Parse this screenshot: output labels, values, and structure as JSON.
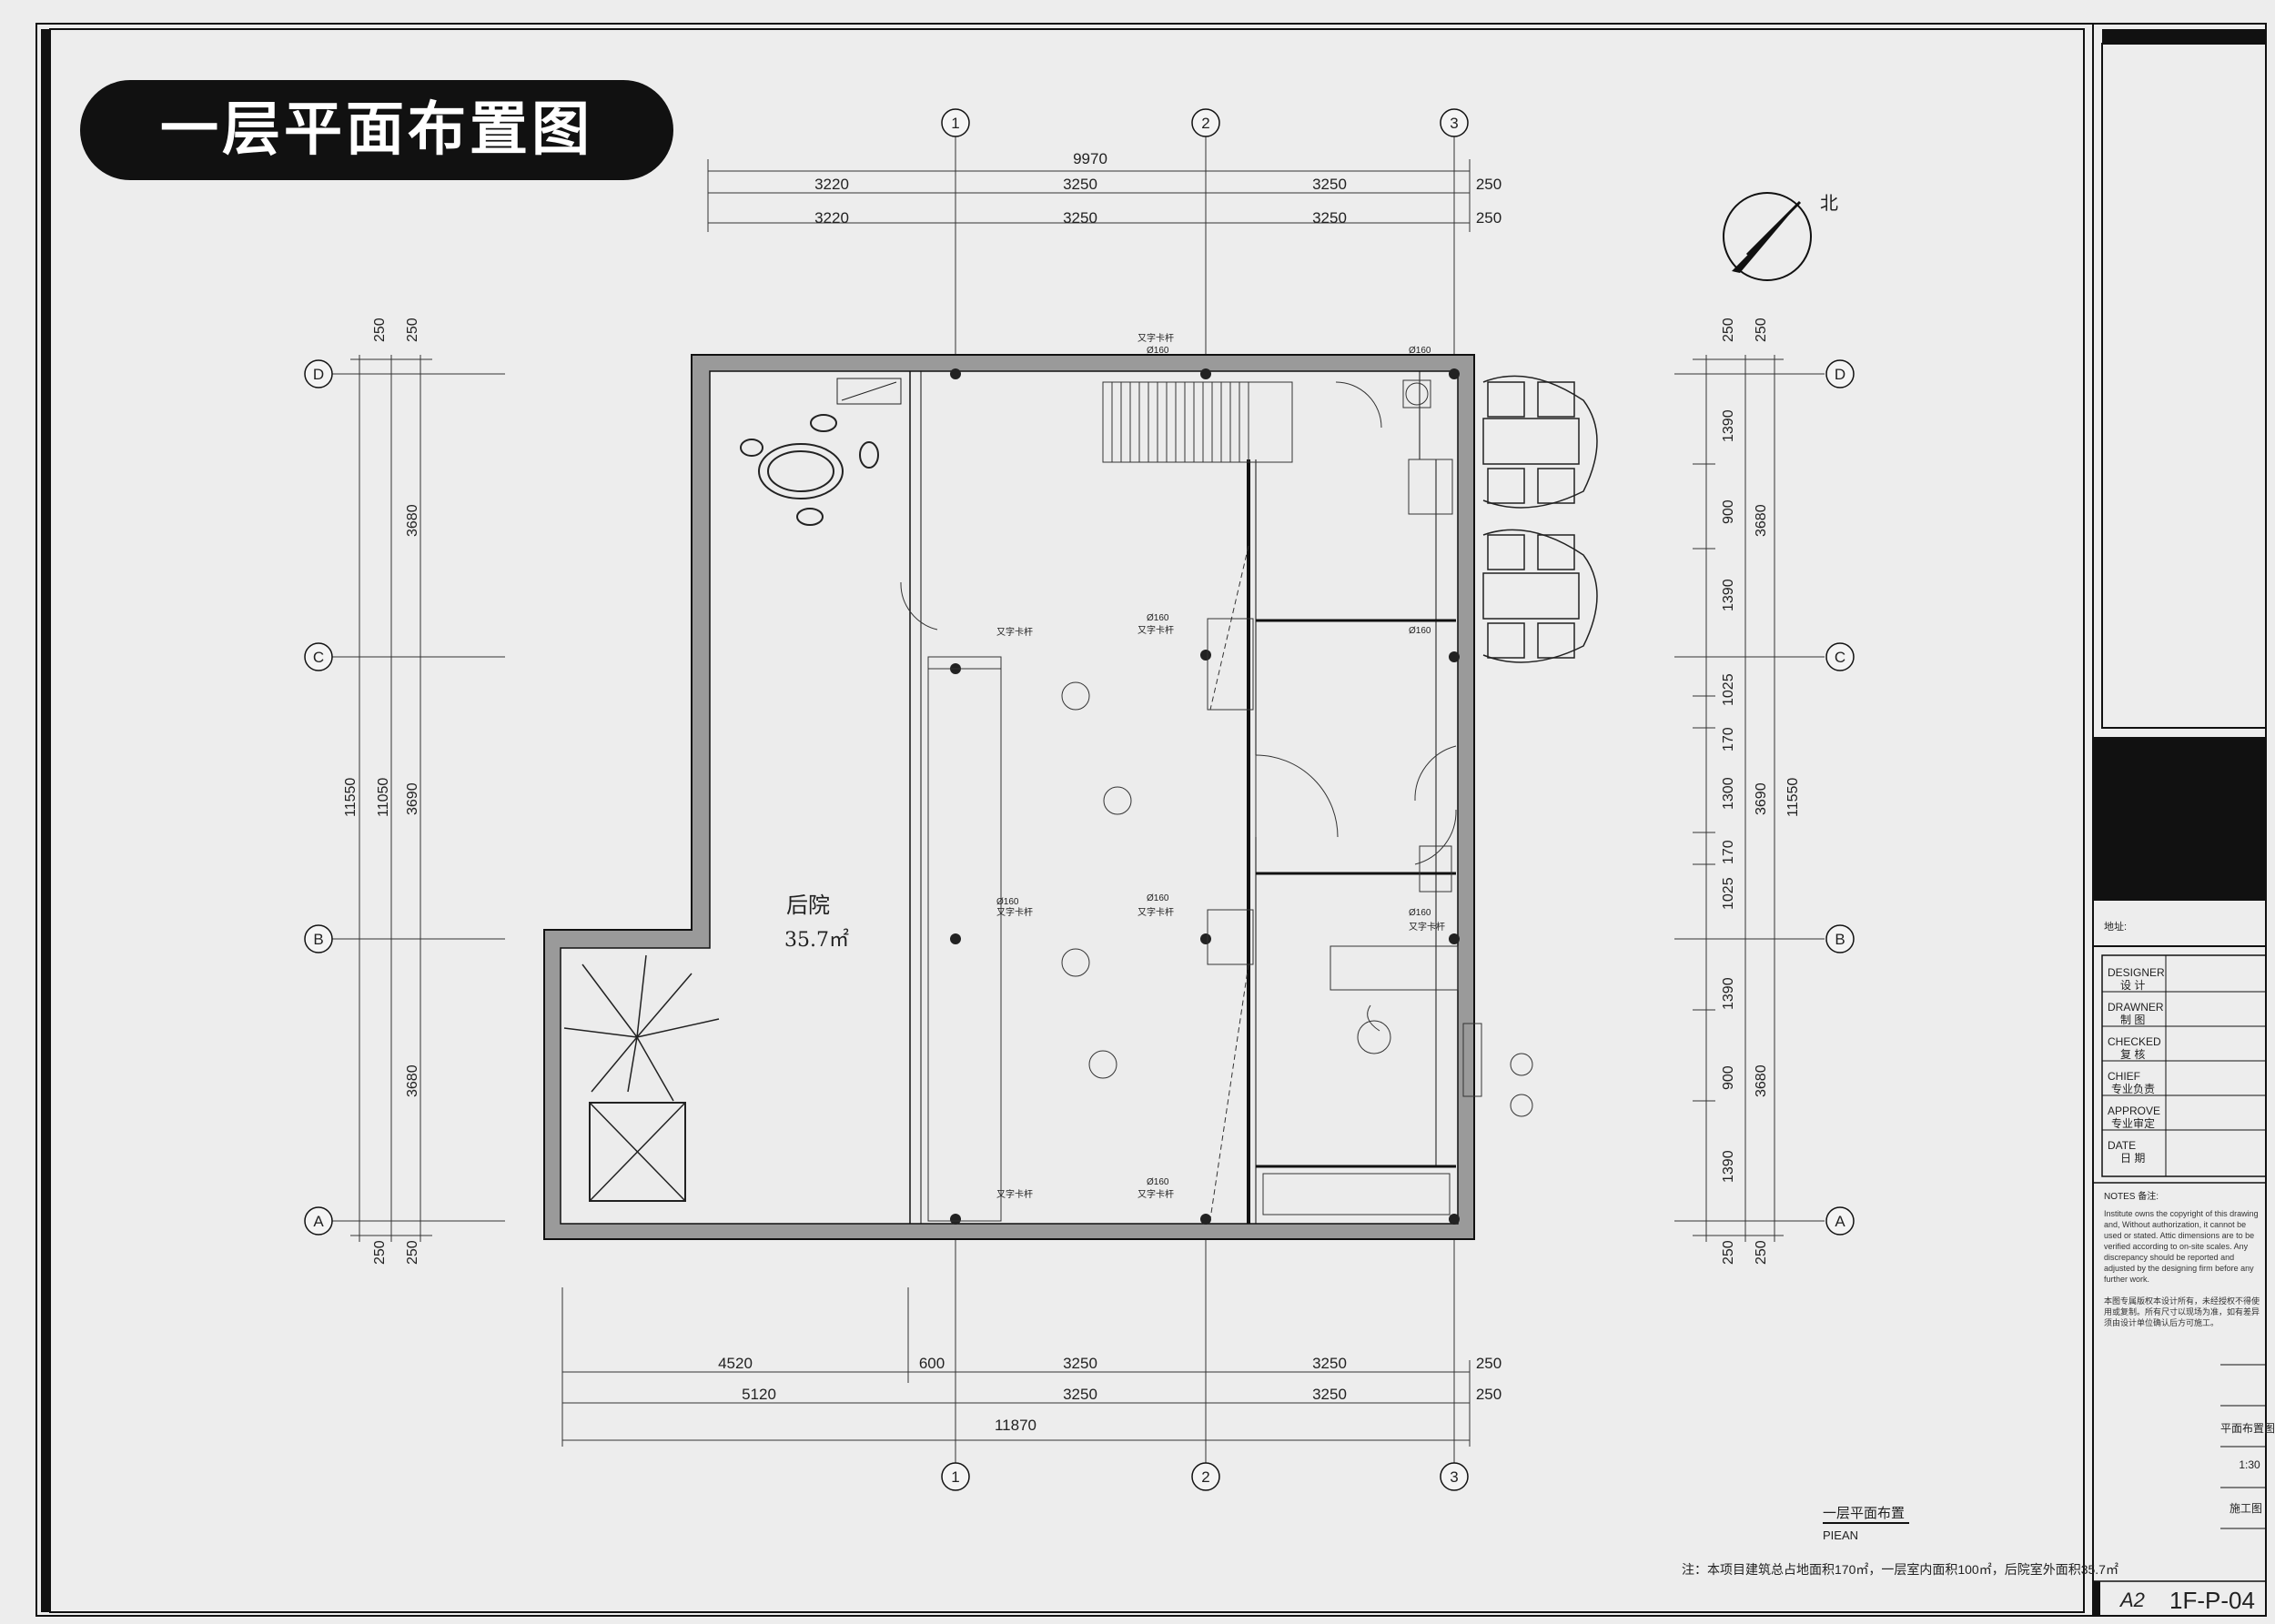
{
  "sheet_title": "一层平面布置图",
  "north_label": "北",
  "grid": {
    "columns": [
      "1",
      "2",
      "3"
    ],
    "rows": [
      "D",
      "C",
      "B",
      "A"
    ]
  },
  "dims": {
    "top_total": "9970",
    "top_row1": [
      "3220",
      "3250",
      "3250",
      "250"
    ],
    "top_row2": [
      "3220",
      "3250",
      "3250",
      "250"
    ],
    "bottom_row1": [
      "4520",
      "600",
      "3250",
      "3250",
      "250"
    ],
    "bottom_row2": [
      "5120",
      "3250",
      "3250",
      "250"
    ],
    "bottom_total": "11870",
    "left": {
      "t1": "250",
      "t2": "250",
      "s1": "3680",
      "s2": "3690",
      "s3": "3680",
      "b1": "250",
      "b2": "250",
      "total_a": "11550",
      "total_b": "11050"
    },
    "right": {
      "t1": "250",
      "t2": "250",
      "d1": "1390",
      "d2": "900",
      "d3": "1390",
      "d4": "1025",
      "d5": "170",
      "d6": "1300",
      "d7": "170",
      "d8": "1025",
      "d9": "1390",
      "d10": "900",
      "d11": "1390",
      "b1": "250",
      "b2": "250",
      "m1": "3680",
      "m2": "3690",
      "m3": "3680",
      "total": "11550"
    }
  },
  "room": {
    "name": "后院",
    "area": "35.7㎡"
  },
  "callouts": {
    "d160": "Ø160",
    "col": "又字卡杆"
  },
  "title_block": {
    "address_label": "地址:",
    "roles": [
      {
        "en": "DESIGNER",
        "cn": "设 计"
      },
      {
        "en": "DRAWNER",
        "cn": "制 图"
      },
      {
        "en": "CHECKED",
        "cn": "复 核"
      },
      {
        "en": "CHIEF",
        "cn": "专业负责"
      },
      {
        "en": "APPROVE",
        "cn": "专业审定"
      },
      {
        "en": "DATE",
        "cn": "日 期"
      }
    ],
    "notes_title": "NOTES 备注:",
    "notes_en": "Institute owns the copyright of this drawing and, Without authorization, it cannot be used or stated. Attic dimensions are to be verified according to on-site scales. Any discrepancy should be reported and adjusted by the designing firm before any further work.",
    "notes_cn": "本图专属版权本设计所有，未经授权不得使用或复制。所有尺寸以现场为准，如有差异须由设计单位确认后方可施工。",
    "drawing_name": "平面布置图",
    "scale": "1:30",
    "stage": "施工图",
    "paper": "A2",
    "drawing_no": "1F-P-04"
  },
  "caption": {
    "cn": "一层平面布置",
    "en": "PIEAN"
  },
  "footnote": "注：本项目建筑总占地面积170㎡，一层室内面积100㎡，后院室外面积35.7㎡"
}
